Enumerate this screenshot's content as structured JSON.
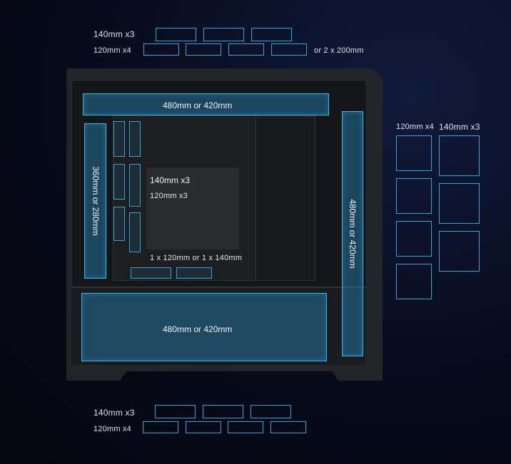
{
  "top": {
    "row1_label": "140mm x3",
    "row2_label": "120mm x4",
    "alt_label": "or 2 x 200mm"
  },
  "case": {
    "top_radiator": "480mm or 420mm",
    "left_radiator": "360mm or 280mm",
    "right_radiator": "480mm or 420mm",
    "bottom_radiator": "480mm or 420mm",
    "mid_140": "140mm x3",
    "mid_120": "120mm x3",
    "rear_fan": "1 x 120mm or 1 x 140mm"
  },
  "side": {
    "col1_label": "120mm x4",
    "col2_label": "140mm x3"
  },
  "bottom": {
    "row1_label": "140mm x3",
    "row2_label": "120mm x4"
  },
  "colors": {
    "accent": "#2eb6ee",
    "background": "#070a1a",
    "case": "#232427"
  }
}
